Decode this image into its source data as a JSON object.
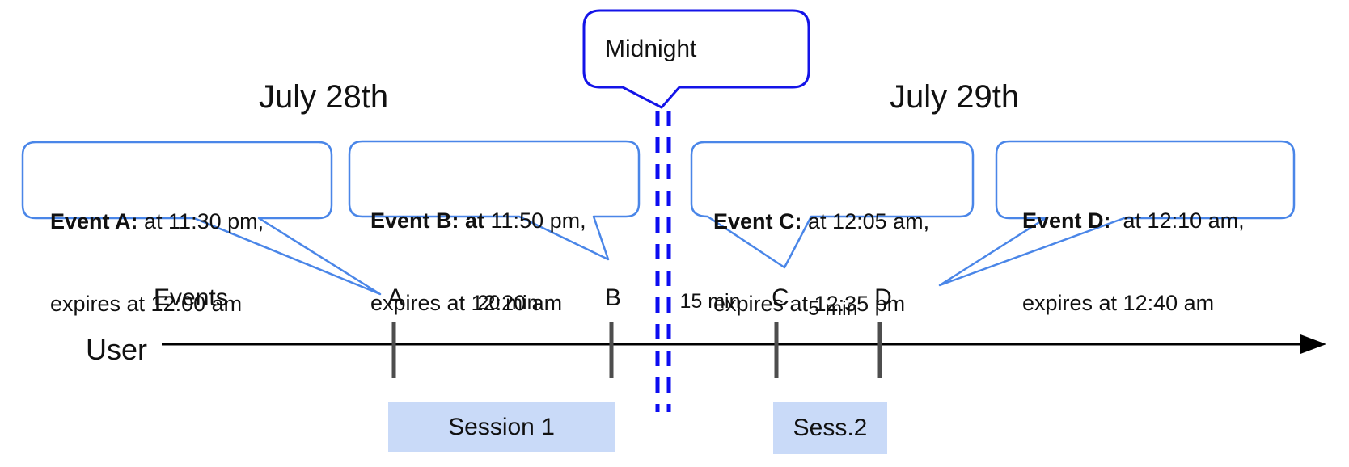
{
  "dates": {
    "left": "July 28th",
    "right": "July 29th"
  },
  "midnight": {
    "label": "Midnight"
  },
  "events": [
    {
      "name": "A",
      "bold": "Event A:",
      "rest": " at 11:30 pm,",
      "line2": "expires at 12:00 am"
    },
    {
      "name": "B",
      "bold": "Event B: at",
      "rest": " 11:50 pm,",
      "line2": "expires at 12:20 am"
    },
    {
      "name": "C",
      "bold": "Event C:",
      "rest": " at 12:05 am,",
      "line2": "expires at 12:35 pm"
    },
    {
      "name": "D",
      "bold": "Event D:",
      "rest": "  at 12:10 am,",
      "line2": "expires at 12:40 am"
    }
  ],
  "timeline": {
    "events_label": "Events",
    "user_label": "User",
    "ticks": [
      "A",
      "B",
      "C",
      "D"
    ],
    "intervals": [
      "20 min",
      "15 min",
      "5 min"
    ],
    "sessions": [
      "Session 1",
      "Sess.2"
    ]
  },
  "colors": {
    "callout_border_dark": "#1414e8",
    "callout_border_light": "#4a86e8",
    "dashed_line": "#0c0cf0",
    "session_fill": "#c9daf8",
    "tick": "#4d4d4d",
    "timeline": "#000000",
    "text": "#111111"
  }
}
